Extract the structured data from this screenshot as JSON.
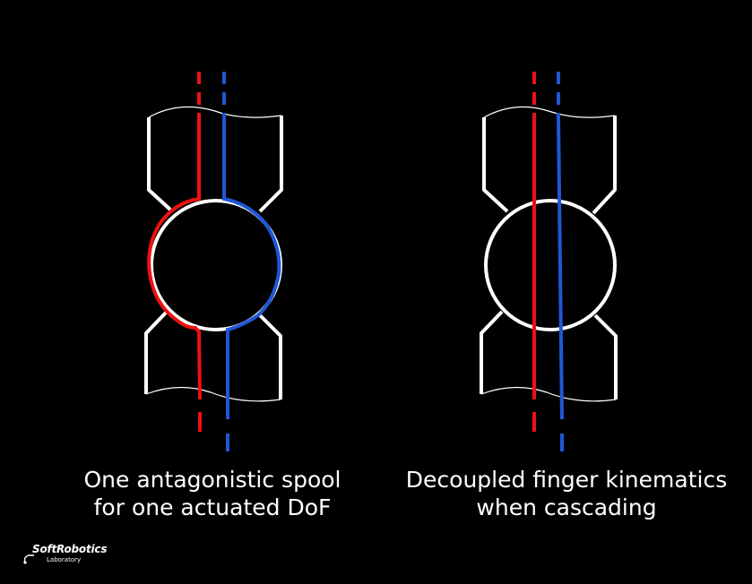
{
  "colors": {
    "background": "#000000",
    "outline": "#ffffff",
    "tendon_a": "#ee1111",
    "tendon_b": "#1f57d6"
  },
  "panels": [
    {
      "id": "single-spool",
      "caption_lines": [
        "One antagonistic spool",
        "for one actuated DoF"
      ]
    },
    {
      "id": "cascaded",
      "caption_lines": [
        "Decoupled finger kinematics",
        "when cascading"
      ]
    }
  ],
  "logo": {
    "name": "SoftRobotics",
    "subtitle": "Laboratory"
  }
}
